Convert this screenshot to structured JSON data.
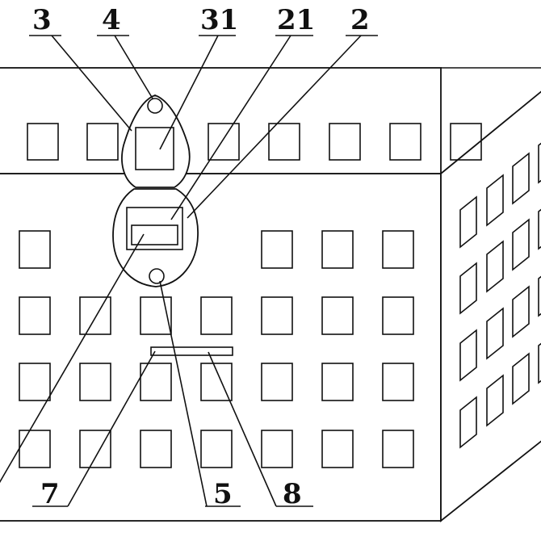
{
  "diagram": {
    "labels": {
      "l3": "3",
      "l4": "4",
      "l31": "31",
      "l21": "21",
      "l2": "2",
      "l7": "7",
      "l5": "5",
      "l8": "8"
    },
    "colors": {
      "stroke": "#111111",
      "background": "#ffffff"
    }
  }
}
